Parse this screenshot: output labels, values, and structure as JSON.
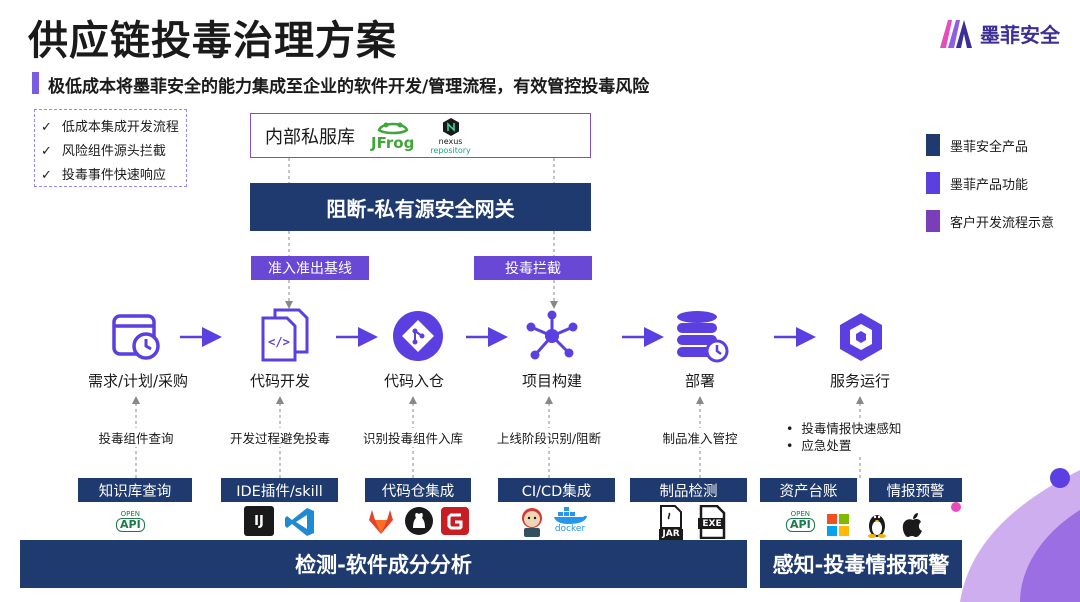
{
  "title": "供应链投毒治理方案",
  "logo": {
    "text": "墨菲安全",
    "colors": [
      "#3b2e96",
      "#e74cb8"
    ]
  },
  "subtitle": "极低成本将墨菲安全的能力集成至企业的软件开发/管理流程，有效管控投毒风险",
  "checklist": [
    "低成本集成开发流程",
    "风险组件源头拦截",
    "投毒事件快速响应"
  ],
  "legend": [
    {
      "label": "墨菲安全产品",
      "color": "#1f3a6e"
    },
    {
      "label": "墨菲产品功能",
      "color": "#5b3fe0"
    },
    {
      "label": "客户开发流程示意",
      "color": "#7a3fb8"
    }
  ],
  "repo": {
    "label": "内部私服库",
    "jfrog": "JFrog",
    "nexus_1": "nexus",
    "nexus_2": "repository"
  },
  "gateway": "阻断-私有源安全网关",
  "gateway_tags": [
    "准入准出基线",
    "投毒拦截"
  ],
  "stages": [
    {
      "label": "需求/计划/采购",
      "icon": "calendar-clock-icon"
    },
    {
      "label": "代码开发",
      "icon": "code-file-icon"
    },
    {
      "label": "代码入仓",
      "icon": "git-icon"
    },
    {
      "label": "项目构建",
      "icon": "network-hub-icon"
    },
    {
      "label": "部署",
      "icon": "database-icon"
    },
    {
      "label": "服务运行",
      "icon": "hexagon-cube-icon"
    }
  ],
  "descs": [
    "投毒组件查询",
    "开发过程避免投毒",
    "识别投毒组件入库",
    "上线阶段识别/阻断",
    "制品准入管控"
  ],
  "intel": [
    "投毒情报快速感知",
    "应急处置"
  ],
  "tools": [
    "知识库查询",
    "IDE插件/skill",
    "代码仓集成",
    "CI/CD集成",
    "制品检测",
    "资产台账",
    "情报预警"
  ],
  "tool_logos": {
    "openapi_1": "OPEN",
    "openapi_2": "API",
    "ij": "IJ",
    "docker": "docker",
    "jar": "JAR",
    "exe": "EXE"
  },
  "bottom": [
    "检测-软件成分分析",
    "感知-投毒情报预警"
  ]
}
